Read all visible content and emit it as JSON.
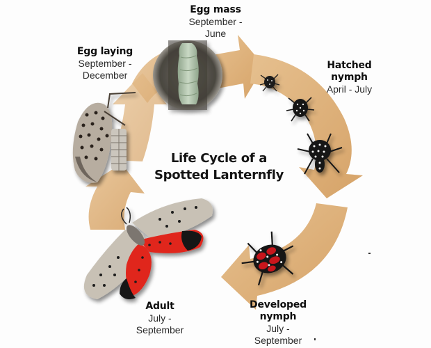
{
  "diagram": {
    "title_line1": "Life Cycle of a",
    "title_line2": "Spotted Lanternfly",
    "colors": {
      "arrow": "#dcb07a",
      "arrow_dark": "#c99658",
      "background": "#fdfdfd",
      "adult_red": "#e0261f",
      "nymph_red": "#c8141c",
      "insect_black": "#141414"
    },
    "stages": [
      {
        "name": "Egg laying",
        "dates": "September - December",
        "dates_line1": "September -",
        "dates_line2": "December",
        "icon": "adult-laying-eggs-icon"
      },
      {
        "name": "Egg mass",
        "dates": "September - June",
        "dates_line1": "September -",
        "dates_line2": "June",
        "icon": "egg-mass-icon"
      },
      {
        "name_line1": "Hatched",
        "name_line2": "nymph",
        "name": "Hatched nymph",
        "dates": "April - July",
        "dates_line1": "April - July",
        "icon": "hatched-nymph-icon"
      },
      {
        "name_line1": "Developed",
        "name_line2": "nymph",
        "name": "Developed nymph",
        "dates": "July - September",
        "dates_line1": "July -",
        "dates_line2": "September",
        "icon": "developed-nymph-icon"
      },
      {
        "name": "Adult",
        "dates": "July - September",
        "dates_line1": "July -",
        "dates_line2": "September",
        "icon": "adult-lanternfly-icon"
      }
    ]
  }
}
